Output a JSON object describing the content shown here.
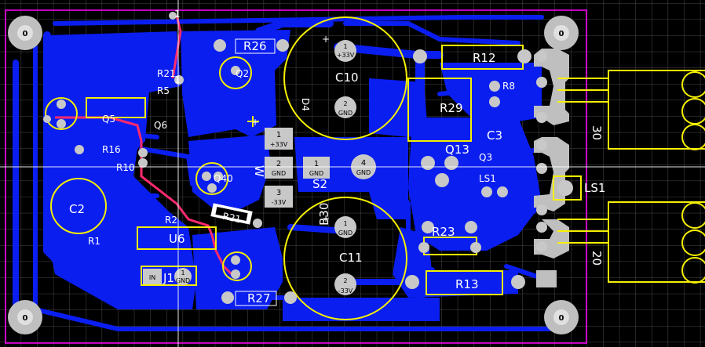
{
  "colors": {
    "background": "#000000",
    "grid": "#4a4a4a",
    "copper_bottom": "#0a1ef0",
    "top_track": "#ff2a6d",
    "silkscreen": "#f5f000",
    "pad": "#c0c0c0",
    "board_outline": "#ff00ff",
    "ruler": "#ffffff"
  },
  "mounting_holes": [
    "0",
    "0",
    "0",
    "0"
  ],
  "components": {
    "r26": "R26",
    "r12": "R12",
    "c10": "C10",
    "c11": "C11",
    "r29": "R29",
    "r13": "R13",
    "r27": "R27",
    "r23": "R23",
    "c2": "C2",
    "r21": "R21",
    "c3": "C3",
    "q13": "Q13",
    "ls1": "LS1",
    "u6": "U6",
    "j1": "J1",
    "r8": "R8",
    "r5": "R5",
    "r21_top": "R21",
    "r10": "R10",
    "r2": "R2",
    "r1": "R1",
    "q5": "Q5",
    "q6": "Q6",
    "b30": "B30",
    "d4": "D4",
    "s2": "S2",
    "w": "W",
    "q40": "Q40",
    "ls11": "LS1",
    "q2": "Q2"
  },
  "pads": {
    "c10_p1_num": "1",
    "c10_p1_net": "+33V",
    "c10_p2_num": "2",
    "c10_p2_net": "GND",
    "c11_p1_num": "1",
    "c11_p1_net": "GND",
    "c11_p2_num": "2",
    "c11_p2_net": "-33V",
    "conn_p1_num": "1",
    "conn_p1_net": "+33V",
    "conn_p2_num": "2",
    "conn_p2_net": "GND",
    "conn_p3_num": "3",
    "conn_p3_net": "-33V",
    "sq1_num": "1",
    "sq1_net": "GND",
    "round4_num": "4",
    "round4_net": "GND",
    "j1_p1_num": "1",
    "j1_p1_net": "GND",
    "j1_p2_net": "IN"
  },
  "polarity_mark": "+",
  "ruler_marks": [
    "1",
    "1"
  ],
  "side_text": [
    "30",
    "20",
    "Q3",
    "R16"
  ]
}
